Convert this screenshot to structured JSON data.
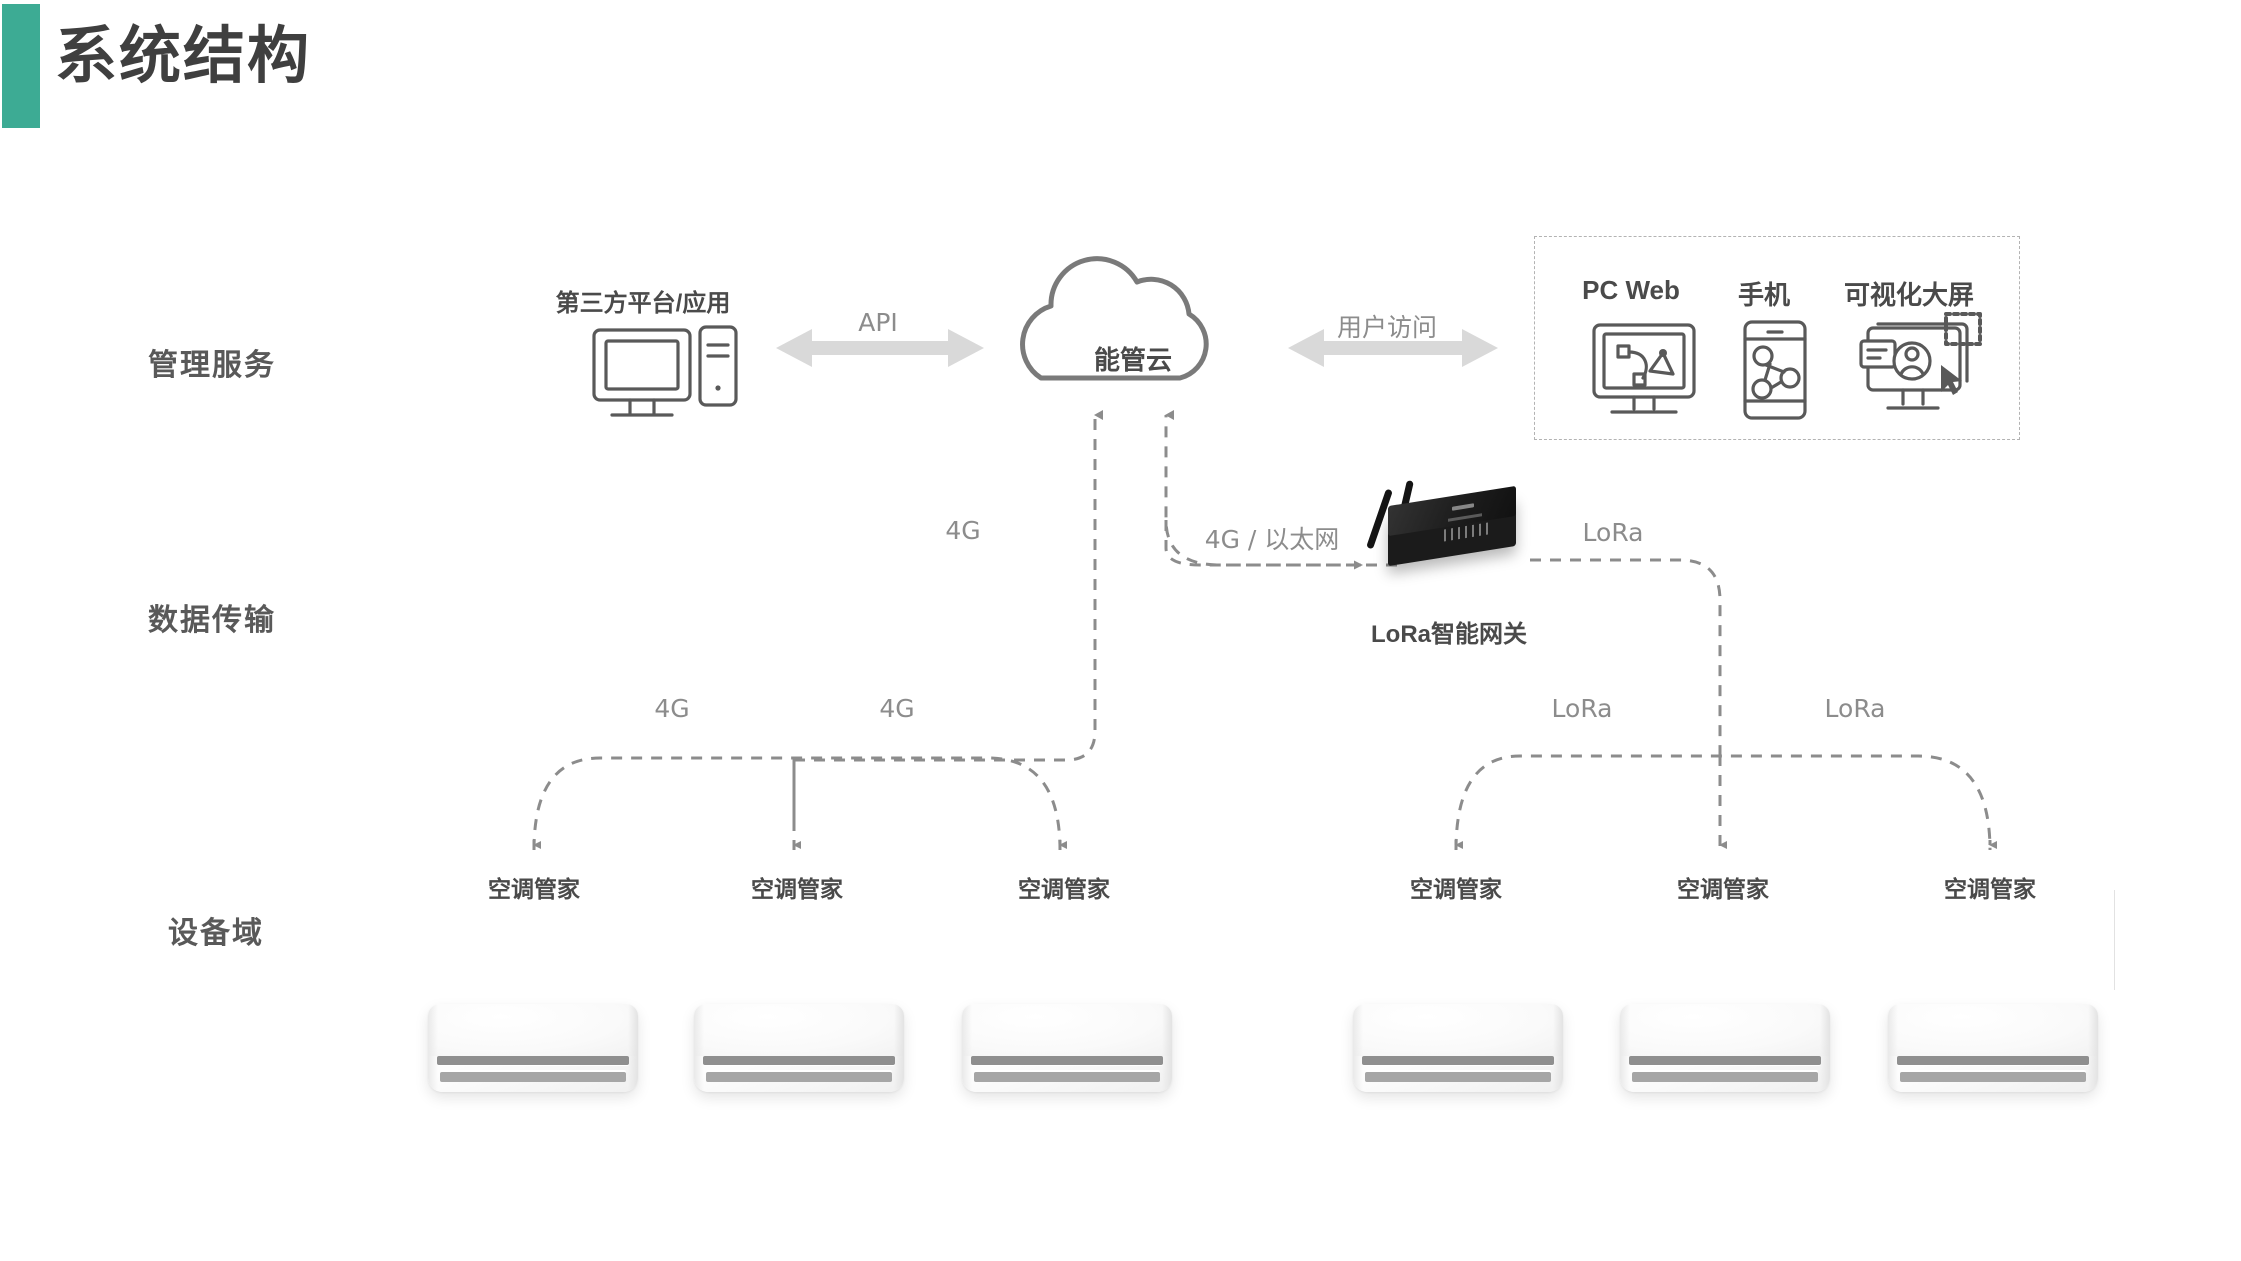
{
  "page": {
    "title": "系统结构",
    "accent_color": "#3dab94",
    "background": "#ffffff"
  },
  "rows": [
    {
      "label": "管理服务"
    },
    {
      "label": "数据传输"
    },
    {
      "label": "设备域"
    }
  ],
  "management_layer": {
    "third_party": {
      "title": "第三方平台/应用",
      "icon": "desktop-tower-icon"
    },
    "api_link": {
      "label": "API",
      "style": "double-arrow"
    },
    "cloud": {
      "label": "能管云",
      "icon": "cloud-icon"
    },
    "user_access_link": {
      "label": "用户访问",
      "style": "double-arrow"
    },
    "clients": [
      {
        "label": "PC Web",
        "icon": "monitor-chart-icon"
      },
      {
        "label": "手机",
        "icon": "phone-network-icon"
      },
      {
        "label": "可视化大屏",
        "icon": "dashboard-screen-icon"
      }
    ]
  },
  "transport_layer": {
    "left_uplink_label": "4G",
    "gateway_uplink_label": "4G / 以太网",
    "gateway": {
      "label": "LoRa智能网关",
      "icon": "lora-gateway-device"
    },
    "gateway_downlink_label": "LoRa"
  },
  "device_layer": {
    "left_branch_labels": [
      "4G",
      "4G"
    ],
    "right_branch_labels": [
      "LoRa",
      "LoRa"
    ],
    "devices": [
      {
        "label": "空调管家",
        "group": "left"
      },
      {
        "label": "空调管家",
        "group": "left"
      },
      {
        "label": "空调管家",
        "group": "left"
      },
      {
        "label": "空调管家",
        "group": "right"
      },
      {
        "label": "空调管家",
        "group": "right"
      },
      {
        "label": "空调管家",
        "group": "right"
      }
    ],
    "air_conditioners": 6
  },
  "colors": {
    "accent": "#3dab94",
    "title_text": "#3f3f3f",
    "label_text": "#4a4a4a",
    "muted_text": "#8c8c8c",
    "line": "#8c8c8c",
    "arrow_block": "#d9d9d9",
    "dashed_border": "#b3b3b3"
  }
}
